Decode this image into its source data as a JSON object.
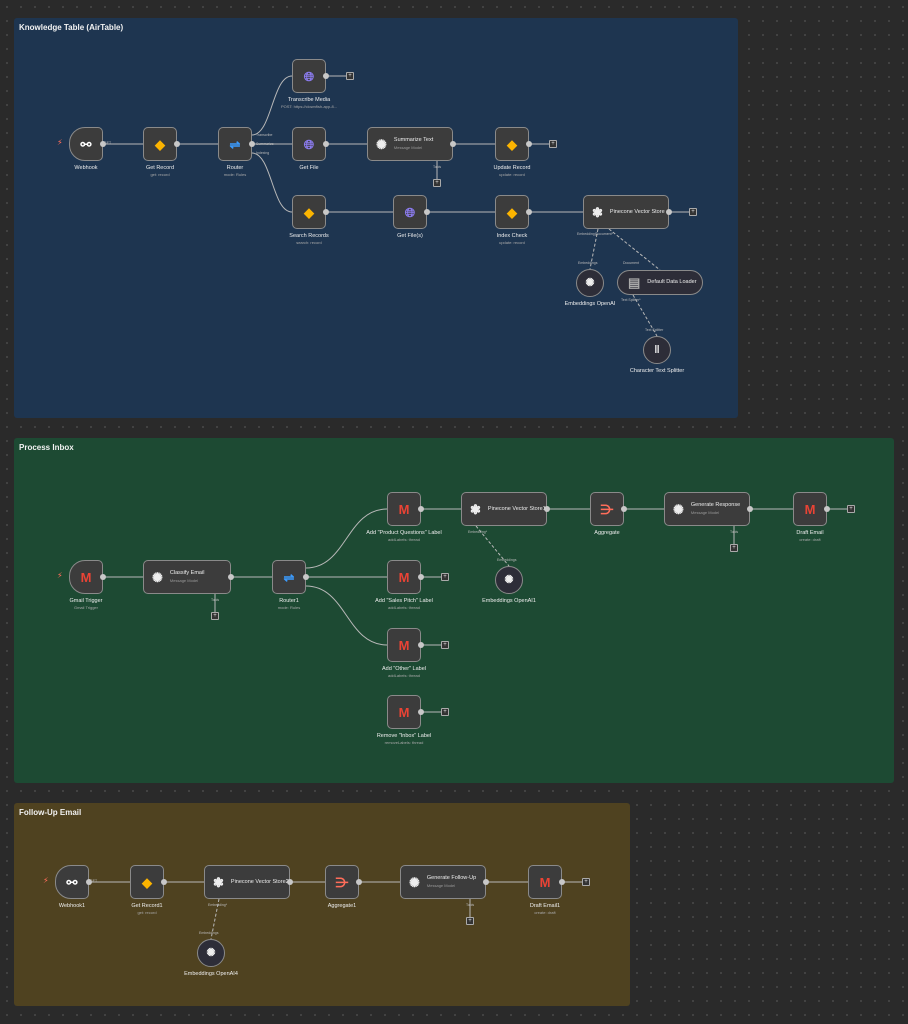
{
  "colors": {
    "canvas": "#2a2a2a",
    "sticky_blue": "#1e3550",
    "sticky_green": "#1d4a33",
    "sticky_brown": "#4f4220",
    "trigger_bolt": "#ff6d5a"
  },
  "stickies": [
    {
      "id": "s1",
      "title": "Knowledge Table (AirTable)"
    },
    {
      "id": "s2",
      "title": "Process Inbox"
    },
    {
      "id": "s3",
      "title": "Follow-Up Email"
    }
  ],
  "nodes": [
    {
      "id": "webhook",
      "label": "Webhook",
      "sub": "",
      "icon": "webhook-icon"
    },
    {
      "id": "getrecord",
      "label": "Get Record",
      "sub": "get: record",
      "icon": "airtable-icon"
    },
    {
      "id": "router",
      "label": "Router",
      "sub": "mode: Rules",
      "icon": "router-icon"
    },
    {
      "id": "transcribe",
      "label": "Transcribe Media",
      "sub": "POST: https://clownfish-app-8...",
      "icon": "globe-icon"
    },
    {
      "id": "getfile",
      "label": "Get File",
      "sub": "",
      "icon": "globe-icon"
    },
    {
      "id": "summarize",
      "label": "Summarize Text",
      "sub": "Message Model",
      "icon": "openai-icon"
    },
    {
      "id": "updaterecord",
      "label": "Update Record",
      "sub": "update: record",
      "icon": "airtable-icon"
    },
    {
      "id": "searchrecords",
      "label": "Search Records",
      "sub": "search: record",
      "icon": "airtable-icon"
    },
    {
      "id": "getfiles",
      "label": "Get File(s)",
      "sub": "",
      "icon": "globe-icon"
    },
    {
      "id": "indexcheck",
      "label": "Index Check",
      "sub": "update: record",
      "icon": "airtable-icon"
    },
    {
      "id": "pinecone",
      "label": "Pinecone Vector Store",
      "sub": "",
      "icon": "pinecone-icon"
    },
    {
      "id": "embed",
      "label": "Embeddings OpenAI",
      "sub": "",
      "icon": "openai-icon"
    },
    {
      "id": "loader",
      "label": "Default Data Loader",
      "sub": "",
      "icon": "document-icon"
    },
    {
      "id": "splitter",
      "label": "Character Text Splitter",
      "sub": "",
      "icon": "splitter-icon"
    },
    {
      "id": "gmailtrigger",
      "label": "Gmail Trigger",
      "sub": "Gmail Trigger",
      "icon": "gmail-icon"
    },
    {
      "id": "classify",
      "label": "Classify Email",
      "sub": "Message Model",
      "icon": "openai-icon"
    },
    {
      "id": "router1",
      "label": "Router1",
      "sub": "mode: Rules",
      "icon": "router-icon"
    },
    {
      "id": "addpq",
      "label": "Add \"Product Questions\" Label",
      "sub": "addLabels: thread",
      "icon": "gmail-icon"
    },
    {
      "id": "addsp",
      "label": "Add \"Sales Pitch\" Label",
      "sub": "addLabels: thread",
      "icon": "gmail-icon"
    },
    {
      "id": "addother",
      "label": "Add \"Other\" Label",
      "sub": "addLabels: thread",
      "icon": "gmail-icon"
    },
    {
      "id": "removeinbox",
      "label": "Remove \"Inbox\" Label",
      "sub": "removeLabels: thread",
      "icon": "gmail-icon"
    },
    {
      "id": "pinecone1",
      "label": "Pinecone Vector Store1",
      "sub": "",
      "icon": "pinecone-icon"
    },
    {
      "id": "embed1",
      "label": "Embeddings OpenAI1",
      "sub": "",
      "icon": "openai-icon"
    },
    {
      "id": "aggregate",
      "label": "Aggregate",
      "sub": "",
      "icon": "aggregate-icon"
    },
    {
      "id": "genresponse",
      "label": "Generate Response",
      "sub": "Message Model",
      "icon": "openai-icon"
    },
    {
      "id": "draftemail",
      "label": "Draft Email",
      "sub": "create: draft",
      "icon": "gmail-icon"
    },
    {
      "id": "webhook1",
      "label": "Webhook1",
      "sub": "",
      "icon": "webhook-icon"
    },
    {
      "id": "getrecord1",
      "label": "Get Record1",
      "sub": "get: record",
      "icon": "airtable-icon"
    },
    {
      "id": "pinecone2",
      "label": "Pinecone Vector Store2",
      "sub": "",
      "icon": "pinecone-icon"
    },
    {
      "id": "embed4",
      "label": "Embeddings OpenAI4",
      "sub": "",
      "icon": "openai-icon"
    },
    {
      "id": "aggregate1",
      "label": "Aggregate1",
      "sub": "",
      "icon": "aggregate-icon"
    },
    {
      "id": "genfollowup",
      "label": "Generate Follow-Up",
      "sub": "Message Model",
      "icon": "openai-icon"
    },
    {
      "id": "draftemail1",
      "label": "Draft Email1",
      "sub": "create: draft",
      "icon": "gmail-icon"
    }
  ],
  "edge_labels": {
    "get": "GET",
    "transcribe": "Transcribe",
    "summarize": "Summarize",
    "indexing": "Indexing",
    "tools": "Tools",
    "embedding": "Embedding",
    "embeddings": "Embeddings",
    "document": "Document",
    "embedding_doc": "Embedding|Document*",
    "text_splitter": "Text Splitter",
    "text_splitter_req": "Text Splitter*",
    "embedding_req": "Embedding*"
  }
}
